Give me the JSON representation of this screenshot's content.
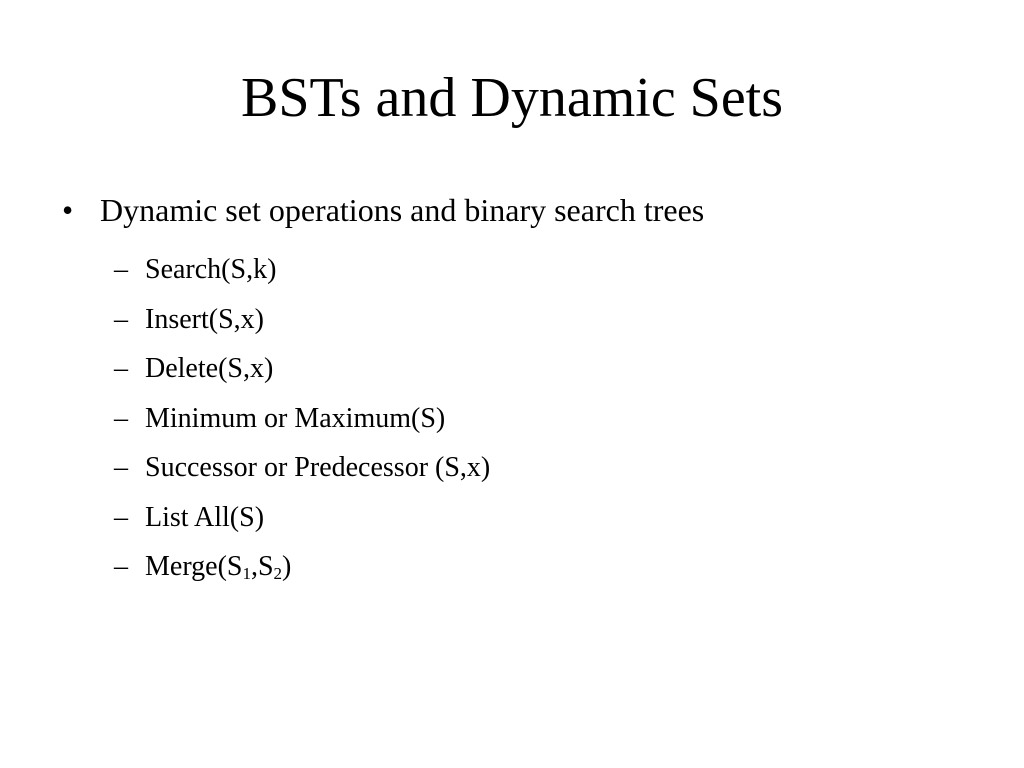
{
  "slide": {
    "title": "BSTs and Dynamic Sets",
    "bullet": {
      "marker": "•",
      "text": "Dynamic set operations and binary search trees"
    },
    "sub_marker": "–",
    "sub_items": [
      "Search(S,k)",
      "Insert(S,x)",
      "Delete(S,x)",
      "Minimum or Maximum(S)",
      "Successor or Predecessor (S,x)",
      "List All(S)"
    ],
    "merge_item": {
      "prefix": "Merge(S",
      "sub1": "1",
      "mid": ",S",
      "sub2": "2",
      "suffix": ")"
    }
  }
}
